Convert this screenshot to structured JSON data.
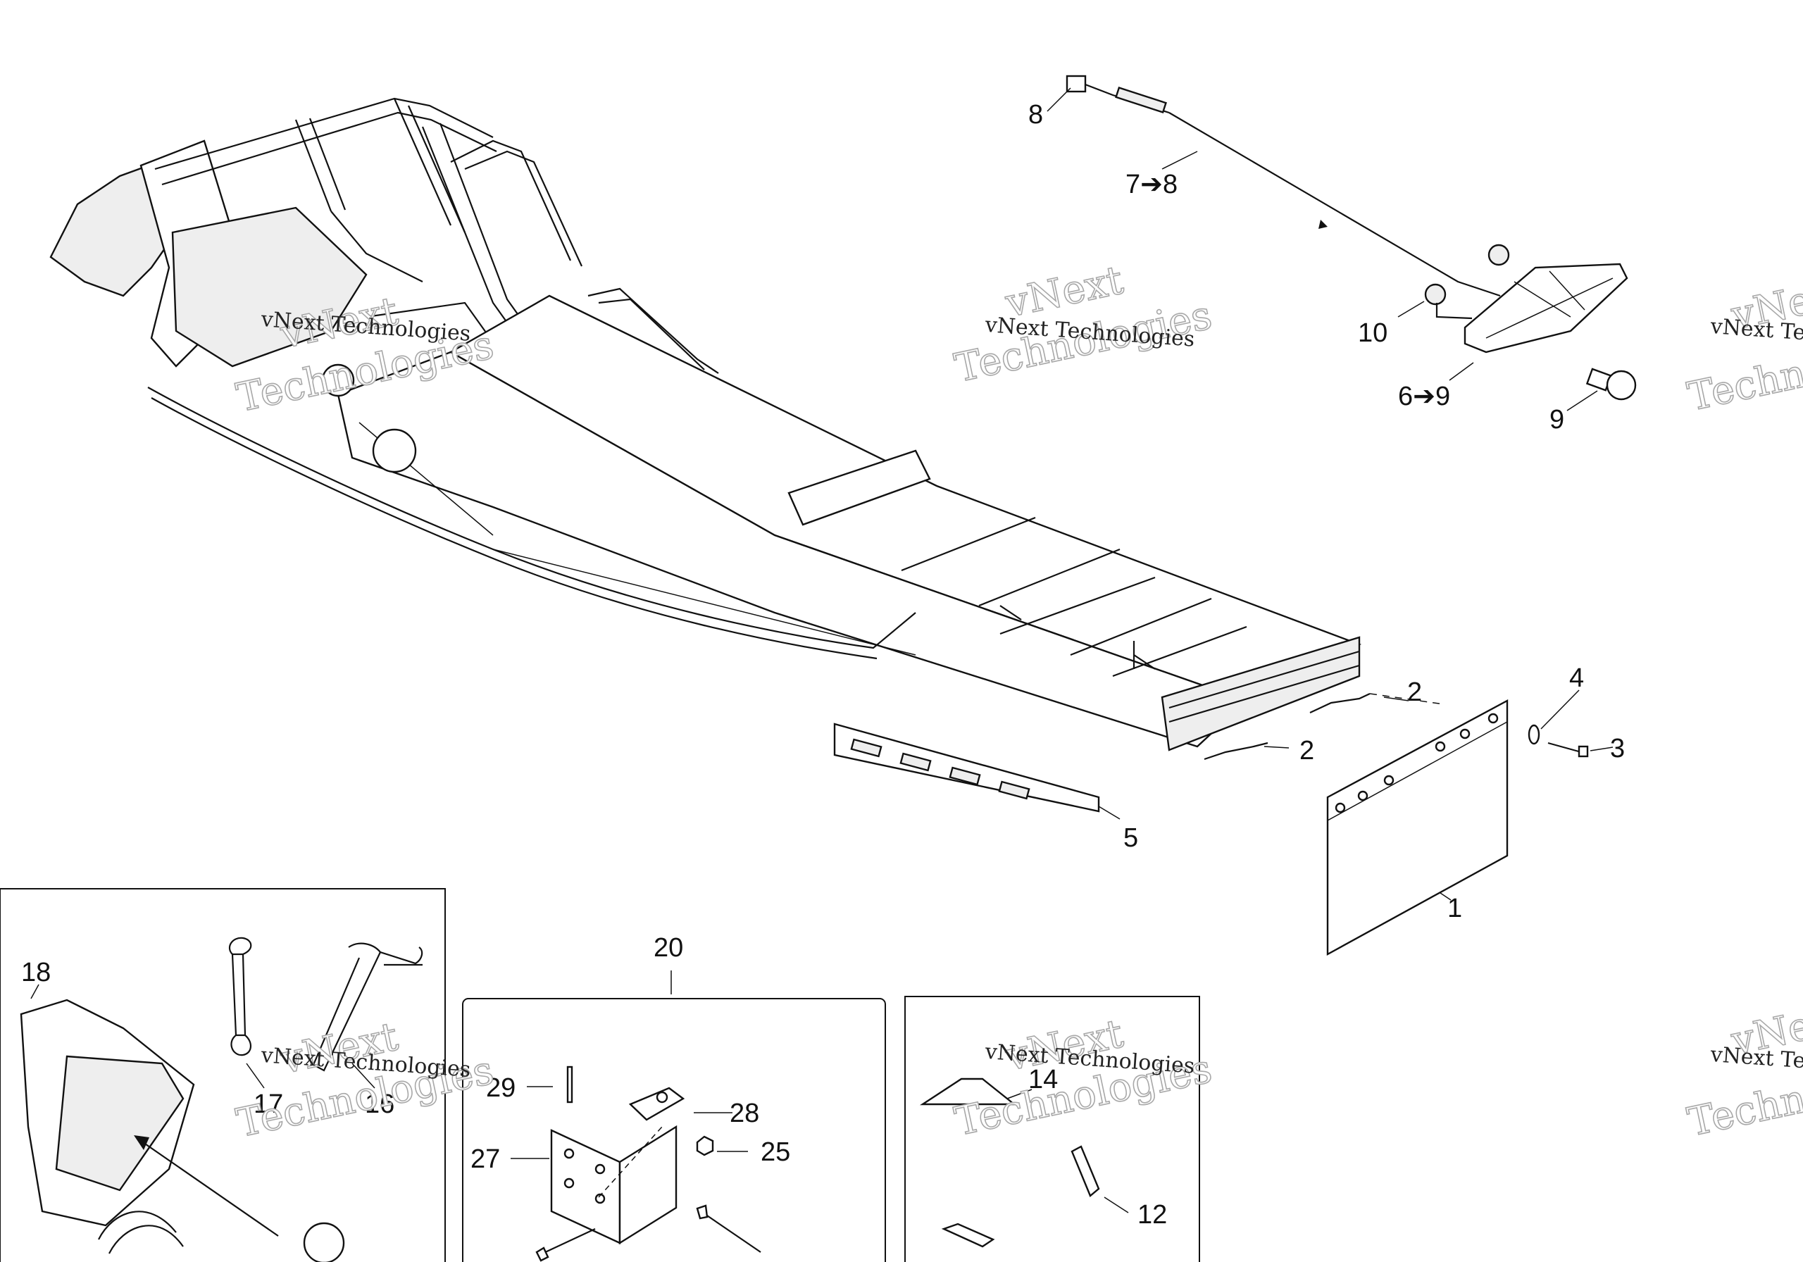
{
  "callouts": {
    "c1": "1",
    "c2a": "2",
    "c2b": "2",
    "c3": "3",
    "c4": "4",
    "c5": "5",
    "c6_9": "6➔9",
    "c7_8": "7➔8",
    "c8": "8",
    "c9": "9",
    "c10": "10",
    "c12": "12",
    "c14": "14",
    "c16": "16",
    "c17": "17",
    "c18": "18",
    "c20": "20",
    "c25": "25",
    "c27": "27",
    "c28": "28",
    "c29": "29"
  },
  "watermark": {
    "brand": "vNext",
    "word": "Technologies",
    "full": "vNext Technologies"
  }
}
